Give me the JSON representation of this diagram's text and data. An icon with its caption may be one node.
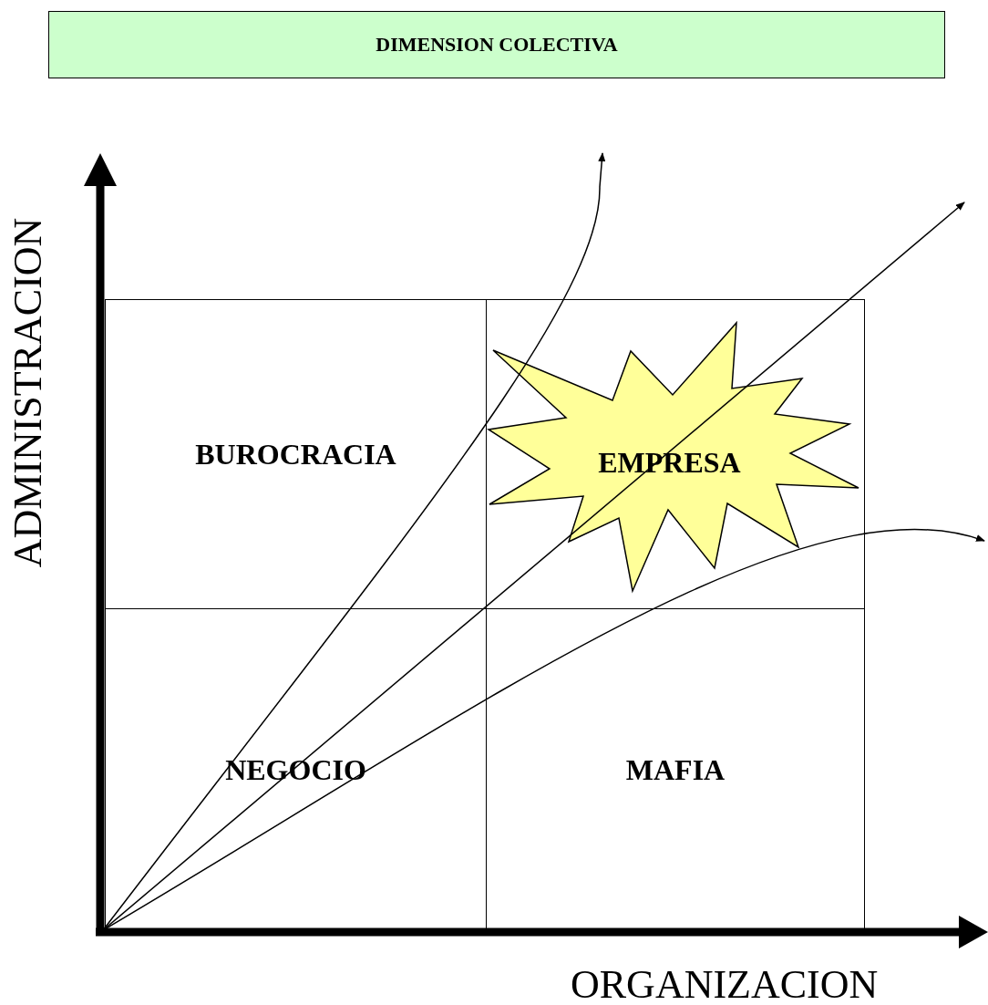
{
  "diagram": {
    "nodes": [
      {
        "text": [
          "DIMENSION COLECTIVA"
        ]
      },
      {
        "text": [
          "BUROCRACIA"
        ]
      },
      {
        "text": [],
        "shape": "box"
      },
      {
        "text": [
          "EMPRESA"
        ],
        "in": 2
      },
      {
        "text": [
          "NEGOCIO"
        ]
      },
      {
        "text": [
          "MAFIA"
        ]
      }
    ],
    "edges": [],
    "labels": [
      "ADMINISTRACION",
      "ORGANIZACION"
    ]
  }
}
